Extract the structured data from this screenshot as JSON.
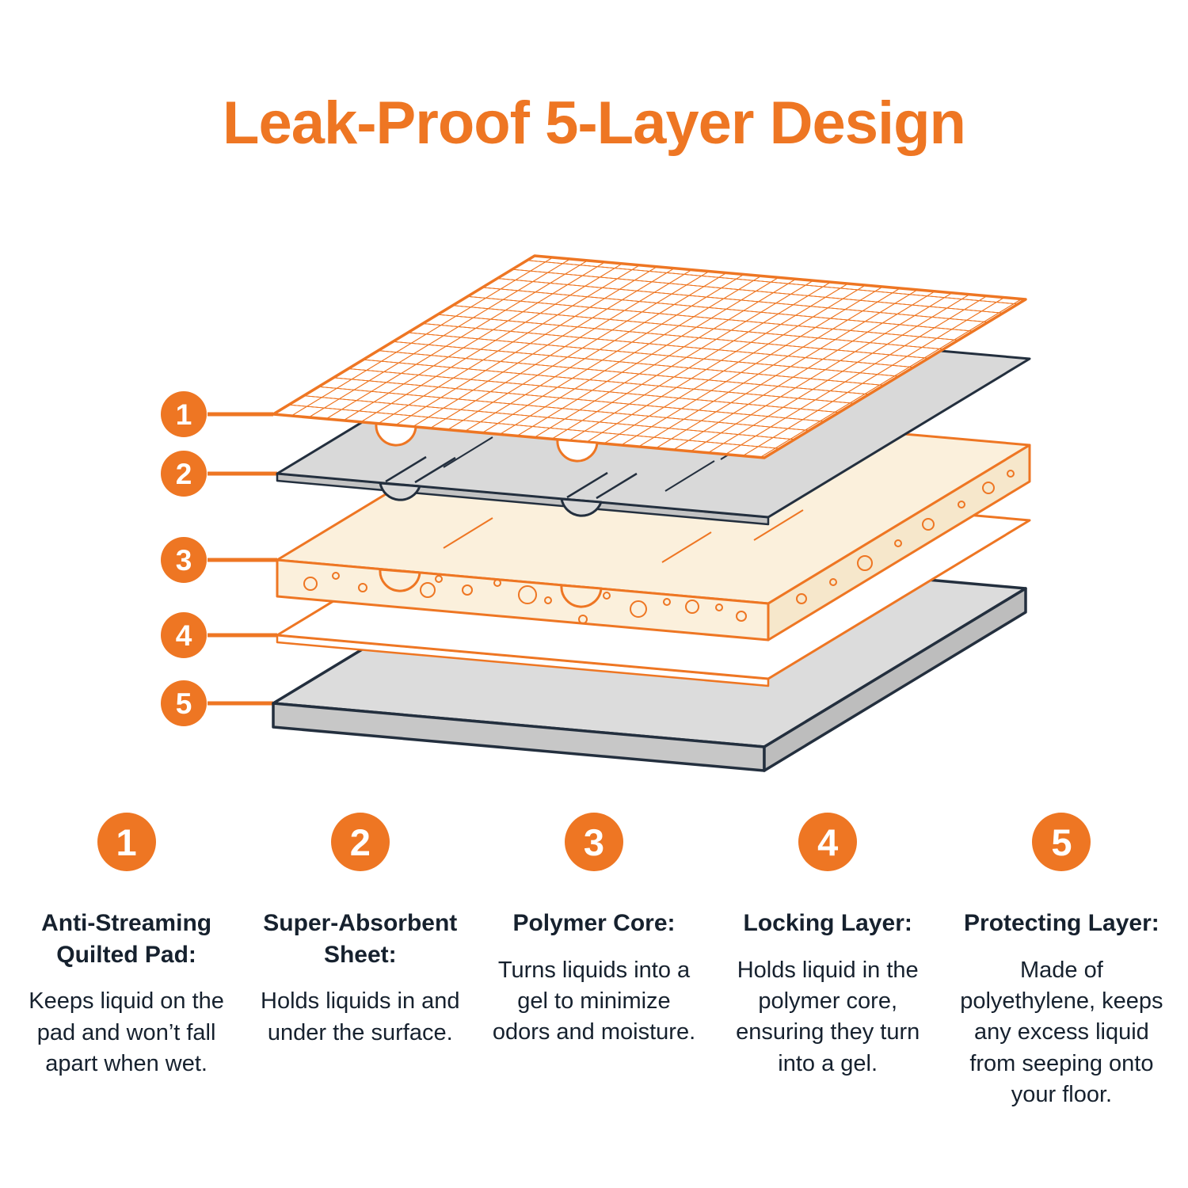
{
  "colors": {
    "accent_orange": "#EE7623",
    "dark_navy": "#232F3E",
    "core_cream": "#FBF0DC",
    "sheet_gray": "#D9D9D9"
  },
  "header": {
    "title": "Leak-Proof 5-Layer Design"
  },
  "diagram": {
    "callouts": [
      {
        "num": "1"
      },
      {
        "num": "2"
      },
      {
        "num": "3"
      },
      {
        "num": "4"
      },
      {
        "num": "5"
      }
    ]
  },
  "features": [
    {
      "num": "1",
      "title": "Anti-Streaming Quilted Pad:",
      "body": "Keeps liquid on the pad and won’t fall apart when wet."
    },
    {
      "num": "2",
      "title": "Super-Absorbent Sheet:",
      "body": "Holds liquids in and under the surface."
    },
    {
      "num": "3",
      "title": "Polymer Core:",
      "body": "Turns liquids into a gel to minimize odors and moisture."
    },
    {
      "num": "4",
      "title": "Locking Layer:",
      "body": "Holds liquid in the polymer core, ensuring they turn into a gel."
    },
    {
      "num": "5",
      "title": "Protecting Layer:",
      "body": "Made of polyethylene, keeps any excess liquid from seeping onto your floor."
    }
  ]
}
